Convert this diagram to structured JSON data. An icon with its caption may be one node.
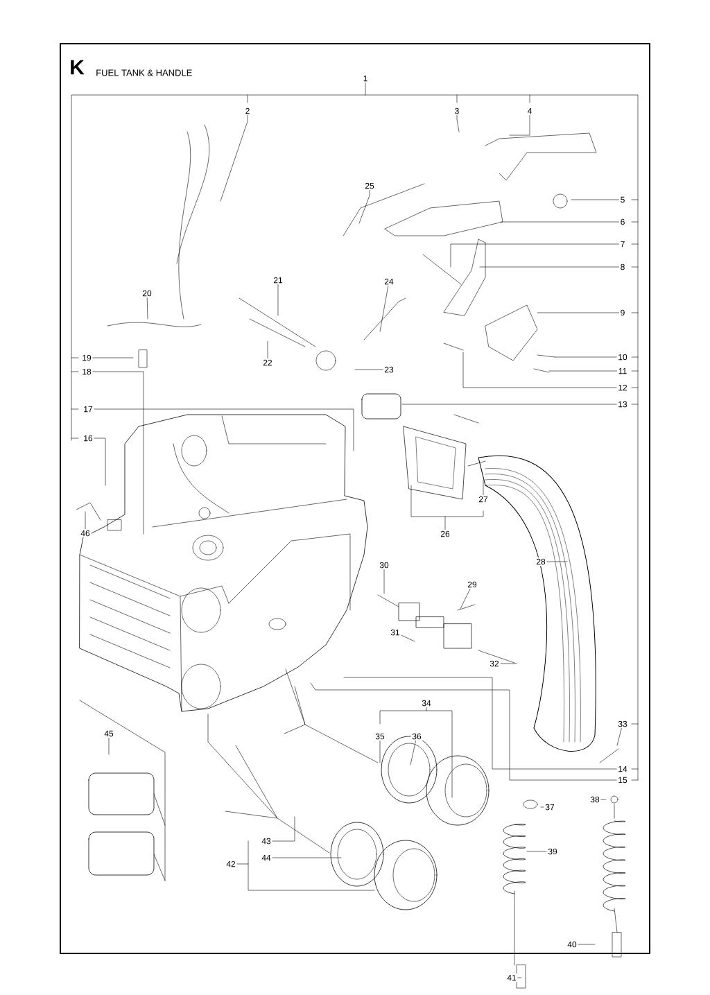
{
  "diagram": {
    "title": "FUEL TANK & HANDLE",
    "nodes": [
      {
        "text": [
          "1"
        ]
      },
      {
        "text": [
          "2"
        ]
      },
      {
        "text": [
          "3"
        ]
      },
      {
        "text": [
          "4"
        ]
      },
      {
        "text": [
          "5"
        ]
      },
      {
        "text": [
          "6"
        ]
      },
      {
        "text": [
          "7"
        ]
      },
      {
        "text": [
          "8"
        ]
      },
      {
        "text": [
          "9"
        ]
      },
      {
        "text": [
          "10"
        ]
      },
      {
        "text": [
          "11"
        ]
      },
      {
        "text": [
          "12"
        ]
      },
      {
        "text": [
          "13"
        ]
      },
      {
        "text": [
          "14"
        ]
      },
      {
        "text": [
          "15"
        ]
      },
      {
        "text": [
          "16"
        ]
      },
      {
        "text": [
          "17"
        ]
      },
      {
        "text": [
          "18"
        ]
      },
      {
        "text": [
          "19"
        ]
      },
      {
        "text": [
          "20"
        ]
      },
      {
        "text": [
          "21"
        ]
      },
      {
        "text": [
          "22"
        ]
      },
      {
        "text": [
          "23"
        ]
      },
      {
        "text": [
          "24"
        ]
      },
      {
        "text": [
          "25"
        ]
      },
      {
        "text": [
          "26"
        ]
      },
      {
        "text": [
          "27"
        ]
      },
      {
        "text": [
          "28"
        ]
      },
      {
        "text": [
          "29"
        ]
      },
      {
        "text": [
          "30"
        ]
      },
      {
        "text": [
          "31"
        ]
      },
      {
        "text": [
          "32"
        ]
      },
      {
        "text": [
          "33"
        ]
      },
      {
        "text": [
          "34"
        ]
      },
      {
        "text": [
          "35"
        ]
      },
      {
        "text": [
          "36"
        ]
      },
      {
        "text": [
          "37"
        ]
      },
      {
        "text": [
          "38"
        ]
      },
      {
        "text": [
          "39"
        ]
      },
      {
        "text": [
          "40"
        ]
      },
      {
        "text": [
          "41"
        ]
      },
      {
        "text": [
          "42"
        ]
      },
      {
        "text": [
          "43"
        ]
      },
      {
        "text": [
          "44"
        ]
      },
      {
        "text": [
          "45"
        ]
      },
      {
        "text": [
          "46"
        ]
      }
    ],
    "edges": [
      {
        "from": 0,
        "to": null,
        "arrow": "none"
      },
      {
        "from": 1,
        "to": null,
        "arrow": "none"
      },
      {
        "from": 2,
        "to": null,
        "arrow": "none"
      },
      {
        "from": 3,
        "to": null,
        "arrow": "none"
      },
      {
        "from": 4,
        "to": null,
        "arrow": "none"
      },
      {
        "from": 5,
        "to": null,
        "arrow": "none"
      },
      {
        "from": 6,
        "to": null,
        "arrow": "none"
      },
      {
        "from": 7,
        "to": null,
        "arrow": "none"
      },
      {
        "from": 8,
        "to": null,
        "arrow": "none"
      },
      {
        "from": 9,
        "to": null,
        "arrow": "none"
      },
      {
        "from": 10,
        "to": null,
        "arrow": "none"
      },
      {
        "from": 11,
        "to": null,
        "arrow": "none"
      },
      {
        "from": 12,
        "to": null,
        "arrow": "none"
      },
      {
        "from": 13,
        "to": null,
        "arrow": "none"
      },
      {
        "from": 14,
        "to": null,
        "arrow": "none"
      },
      {
        "from": 15,
        "to": null,
        "arrow": "none"
      },
      {
        "from": 16,
        "to": null,
        "arrow": "none"
      },
      {
        "from": 17,
        "to": null,
        "arrow": "none"
      },
      {
        "from": 18,
        "to": null,
        "arrow": "none"
      },
      {
        "from": 19,
        "to": null,
        "arrow": "none"
      },
      {
        "from": 20,
        "to": null,
        "arrow": "none"
      },
      {
        "from": 21,
        "to": null,
        "arrow": "none"
      },
      {
        "from": 22,
        "to": null,
        "arrow": "none"
      },
      {
        "from": 23,
        "to": null,
        "arrow": "none"
      },
      {
        "from": 24,
        "to": null,
        "arrow": "none"
      },
      {
        "from": 25,
        "to": null,
        "arrow": "none"
      },
      {
        "from": 26,
        "to": null,
        "arrow": "none"
      },
      {
        "from": 27,
        "to": null,
        "arrow": "none"
      },
      {
        "from": 28,
        "to": null,
        "arrow": "none"
      },
      {
        "from": 29,
        "to": null,
        "arrow": "none"
      },
      {
        "from": 30,
        "to": null,
        "arrow": "none"
      },
      {
        "from": 31,
        "to": null,
        "arrow": "none"
      },
      {
        "from": 32,
        "to": null,
        "arrow": "none"
      },
      {
        "from": 33,
        "to": null,
        "arrow": "none"
      },
      {
        "from": 34,
        "to": null,
        "arrow": "none"
      },
      {
        "from": 35,
        "to": null,
        "arrow": "none"
      },
      {
        "from": 36,
        "to": null,
        "arrow": "none"
      },
      {
        "from": 37,
        "to": null,
        "arrow": "none"
      },
      {
        "from": 38,
        "to": null,
        "arrow": "none"
      },
      {
        "from": 39,
        "to": null,
        "arrow": "none"
      },
      {
        "from": 40,
        "to": null,
        "arrow": "none"
      },
      {
        "from": 41,
        "to": null,
        "arrow": "none"
      },
      {
        "from": 42,
        "to": null,
        "arrow": "none"
      },
      {
        "from": 43,
        "to": null,
        "arrow": "none"
      },
      {
        "from": 44,
        "to": null,
        "arrow": "none"
      },
      {
        "from": 45,
        "to": null,
        "arrow": "none"
      }
    ],
    "labels": [
      "K"
    ]
  }
}
